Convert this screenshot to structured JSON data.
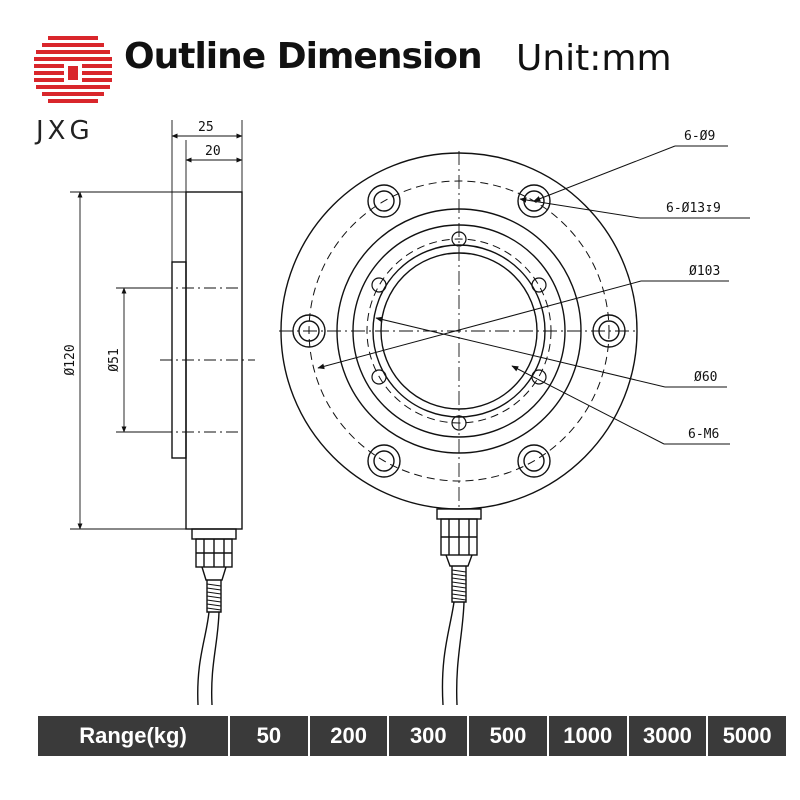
{
  "header": {
    "brand": "JXG",
    "title": "Outline Dimension",
    "unit": "Unit:mm"
  },
  "side_view": {
    "dim_overall_width": "25",
    "dim_body_width": "20",
    "dim_outer_diameter": "Ø120",
    "dim_boss_diameter": "Ø51"
  },
  "front_view": {
    "label_holes": "6-Ø9",
    "label_counterbore": "6-Ø13↧9",
    "label_pcd": "Ø103",
    "label_bore": "Ø60",
    "label_threads": "6-M6"
  },
  "range_table": {
    "header": "Range(kg)",
    "values": [
      "50",
      "200",
      "300",
      "500",
      "1000",
      "3000",
      "5000"
    ]
  },
  "colors": {
    "logo_red": "#d9262b",
    "table_bg": "#3a3a3a",
    "line": "#111111"
  }
}
